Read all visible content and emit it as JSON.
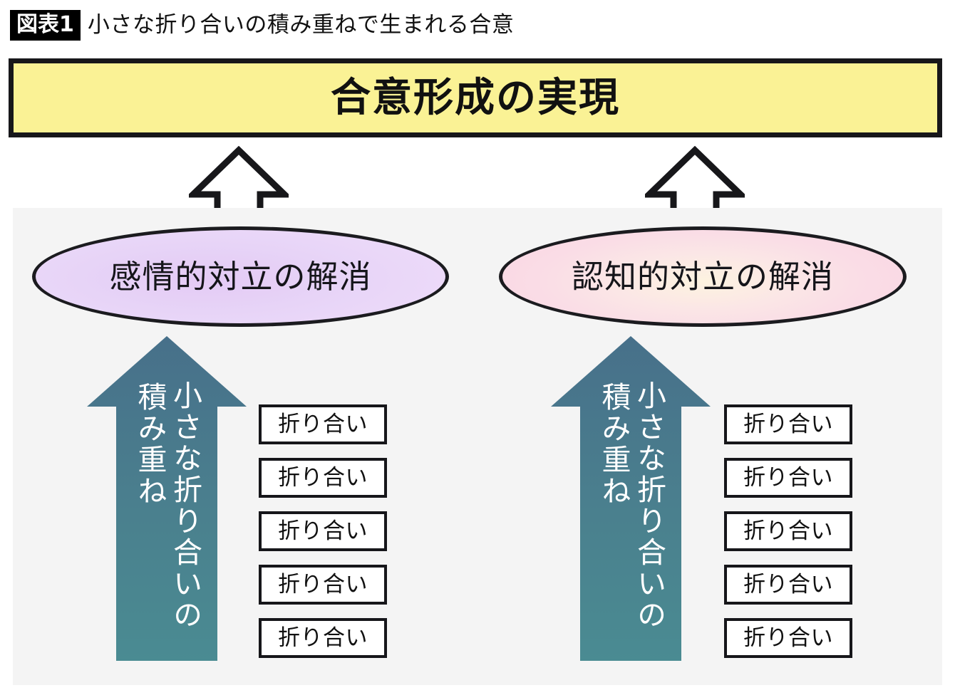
{
  "figure": {
    "badge": "図表1",
    "title": "小さな折り合いの積み重ねで生まれる合意"
  },
  "goal": {
    "label": "合意形成の実現",
    "fill_color": "#FAF295",
    "border_color": "#17171A"
  },
  "colors": {
    "panel_background": "#F4F4F4",
    "arrow_teal_top": "#47708A",
    "arrow_teal_bottom": "#4A8690",
    "ellipse_left_fill": "#E9D6F8",
    "ellipse_right_fill": "#FBE0E8",
    "outline_arrow_fill": "#FFFFFF",
    "outline_arrow_stroke": "#17171A"
  },
  "branches": [
    {
      "id": "emotional",
      "ellipse_label": "感情的対立の解消",
      "arrow_text_primary": "小さな折り合いの",
      "arrow_text_secondary": "積み重ね",
      "compromise_boxes": [
        "折り合い",
        "折り合い",
        "折り合い",
        "折り合い",
        "折り合い"
      ]
    },
    {
      "id": "cognitive",
      "ellipse_label": "認知的対立の解消",
      "arrow_text_primary": "小さな折り合いの",
      "arrow_text_secondary": "積み重ね",
      "compromise_boxes": [
        "折り合い",
        "折り合い",
        "折り合い",
        "折り合い",
        "折り合い"
      ]
    }
  ]
}
